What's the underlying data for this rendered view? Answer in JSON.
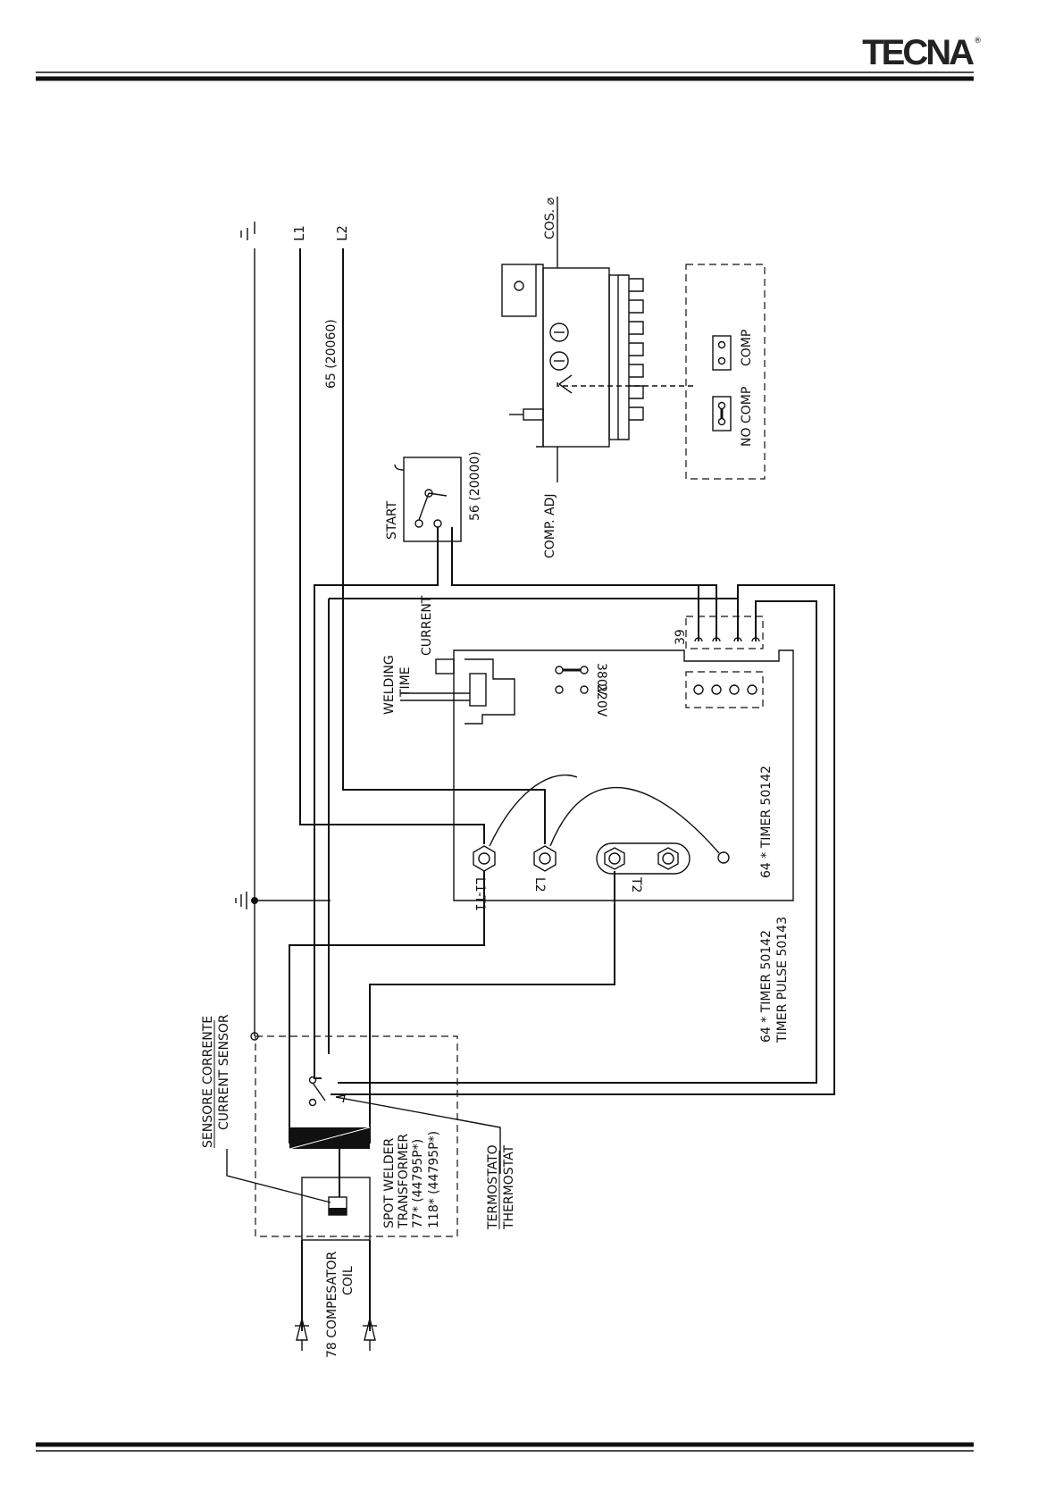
{
  "header": {
    "brand": "TECNA",
    "registered": "®"
  },
  "diagram": {
    "lines": {
      "l1": "L1",
      "l2": "L2"
    },
    "items": {
      "wire_65": "65 (20060)",
      "start_label": "START",
      "start_code": "56 (20000)",
      "cos_phi": "COS. ⌀",
      "comp_adj": "COMP. ADJ",
      "comp": "COMP",
      "no_comp": "NO COMP",
      "connector_39": "39",
      "current": "CURRENT",
      "welding": "WELDING",
      "time": "TIME",
      "v380": "380V",
      "v220": "220V",
      "timer_64": "64 * TIMER 50142",
      "term_l1t1": "L1-T1",
      "term_l2": "L2",
      "term_t2": "T2",
      "timer_block_1": "64 * TIMER 50142",
      "timer_block_2": "TIMER PULSE 50143",
      "sensor_it": "SENSORE CORRENTE",
      "sensor_en": "CURRENT SENSOR",
      "transformer_1": "SPOT WELDER",
      "transformer_2": "TRANSFORMER",
      "transformer_3": "77*    (44795P*)",
      "transformer_4": "118*  (44795P*)",
      "thermo_it": "TERMOSTATO",
      "thermo_en": "THERMOSTAT",
      "comp_coil_1": "78 COMPESATOR",
      "comp_coil_2": "COIL"
    }
  }
}
